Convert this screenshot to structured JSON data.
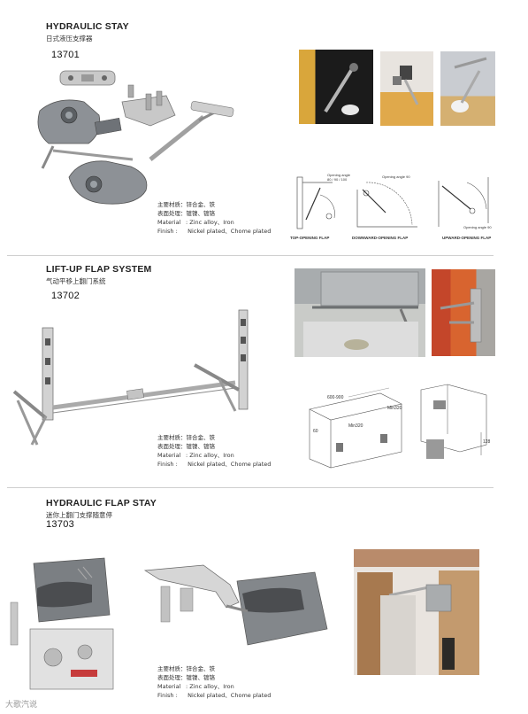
{
  "sections": [
    {
      "title": "HYDRAULIC STAY",
      "subtitle_cn": "日式液压支撑器",
      "code": "13701",
      "specs": {
        "material_cn": "主要材质：锌合金、铁",
        "finish_cn": "表面处理：镀镍、镀铬",
        "material_label": "Material",
        "material_value": ": Zinc alloy、Iron",
        "finish_label": "Finish :",
        "finish_value": "Nickel plated、Chome plated"
      },
      "diagram_labels": [
        "TOP-OPENING FLAP",
        "DOWNWARD-OPENING FLAP",
        "UPWARD-OPENING FLAP"
      ],
      "diagram_notes": [
        "Opening angle\n80 / 90 / 100",
        "Opening angle 90",
        "Opening angle 90"
      ]
    },
    {
      "title": "LIFT-UP FLAP SYSTEM",
      "subtitle_cn": "气动平移上翻门系统",
      "code": "13702",
      "specs": {
        "material_cn": "主要材质：锌合金、铁",
        "finish_cn": "表面处理：镀镍、镀铬",
        "material_label": "Material",
        "material_value": ": Zinc alloy、Iron",
        "finish_label": "Finish :",
        "finish_value": "Nickel plated、Chome plated"
      },
      "dimensions": [
        "600-900",
        "Min320",
        "Min320",
        "60",
        "128"
      ]
    },
    {
      "title": "HYDRAULIC FLAP STAY",
      "subtitle_cn": "迷你上翻门支撑随意停",
      "code": "13703",
      "specs": {
        "material_cn": "主要材质：锌合金、铁",
        "finish_cn": "表面处理：镀镍、镀铬",
        "material_label": "Material",
        "material_value": ": Zinc alloy、Iron",
        "finish_label": "Finish :",
        "finish_value": "Nickel plated、Chome plated"
      }
    }
  ],
  "watermark": "大歌汽说"
}
